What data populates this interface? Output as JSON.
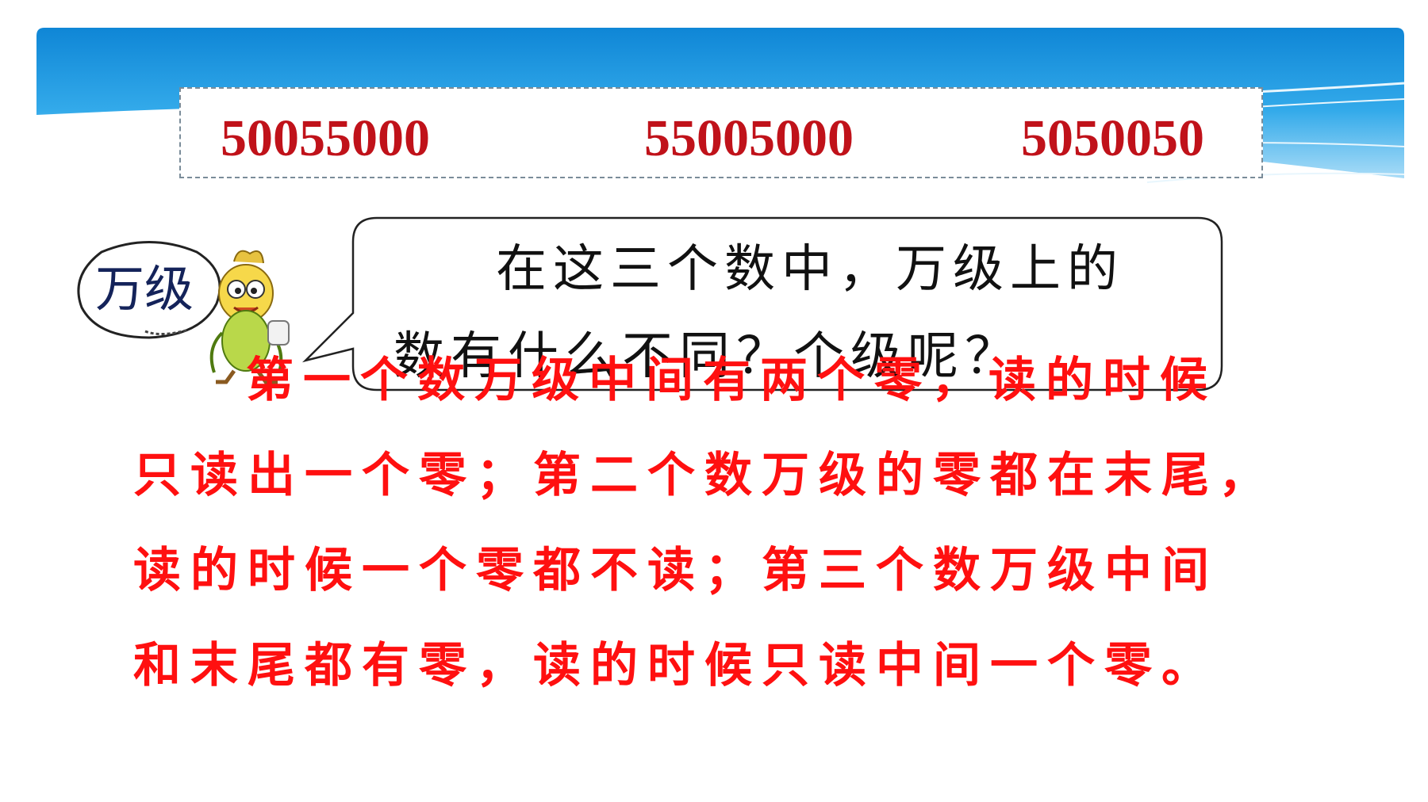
{
  "numbers": [
    "50055000",
    "55005000",
    "5050050"
  ],
  "speech_bubble": {
    "line1": "在这三个数中，万级上的",
    "line2": "数有什么不同？个级呢？"
  },
  "thought_label": "万级",
  "answer_lines": [
    "第一个数万级中间有两个零，读的时候",
    "只读出一个零；第二个数万级的零都在末尾，",
    "读的时候一个零都不读；第三个数万级中间",
    "和末尾都有零，读的时候只读中间一个零。"
  ],
  "colors": {
    "number_red": "#c0121a",
    "answer_red": "#ff1010",
    "banner_blue": "#1e9be0",
    "banner_light": "#bfe6fa"
  }
}
